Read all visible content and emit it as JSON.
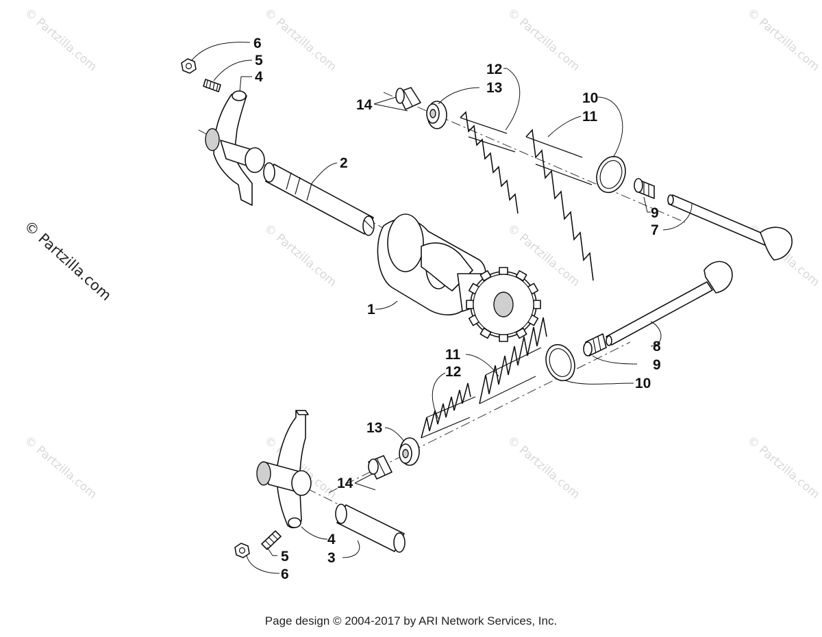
{
  "watermark": "© Partzilla.com",
  "side_watermark": "© Partzilla.com",
  "footer": "Page design © 2004-2017 by ARI Network Services, Inc.",
  "callouts": {
    "c1": "1",
    "c2": "2",
    "c3": "3",
    "c4a": "4",
    "c4b": "4",
    "c5a": "5",
    "c5b": "5",
    "c6a": "6",
    "c6b": "6",
    "c7": "7",
    "c8": "8",
    "c9a": "9",
    "c9b": "9",
    "c10a": "10",
    "c10b": "10",
    "c11a": "11",
    "c11b": "11",
    "c12a": "12",
    "c12b": "12",
    "c13a": "13",
    "c13b": "13",
    "c14a": "14",
    "c14b": "14"
  }
}
